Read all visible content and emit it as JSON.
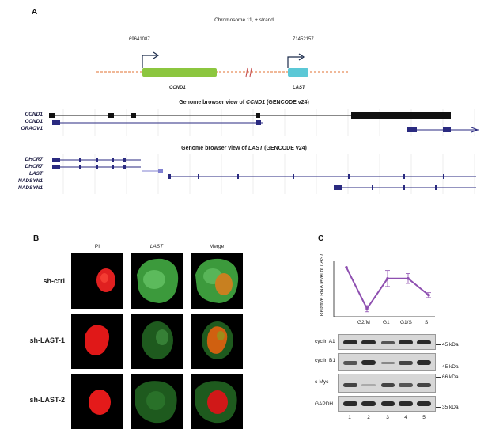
{
  "panel_a": {
    "letter": "A",
    "chrom_title": "Chromosome 11, + strand",
    "coord_left": "69641087",
    "coord_right": "71452157",
    "gene_left": "CCND1",
    "gene_right": "LAST",
    "browser1_title_pre": "Genome browser view of ",
    "browser1_title_gene": "CCND1",
    "browser1_title_post": " (GENCODE v24)",
    "browser1_tracks": [
      "CCND1",
      "CCND1",
      "ORAOV1"
    ],
    "browser2_title_pre": "Genome browser view of ",
    "browser2_title_gene": "LAST",
    "browser2_title_post": " (GENCODE v24)",
    "browser2_tracks": [
      "DHCR7",
      "DHCR7",
      "LAST",
      "NADSYN1",
      "NADSYN1"
    ],
    "colors": {
      "green_gene": "#8cc63f",
      "cyan_gene": "#5bc8d6",
      "track": "#2a2a80",
      "dash": "#e07030"
    }
  },
  "panel_b": {
    "letter": "B",
    "columns": [
      "PI",
      "LAST",
      "Merge"
    ],
    "rows": [
      "sh-ctrl",
      "sh-LAST-1",
      "sh-LAST-2"
    ]
  },
  "panel_c": {
    "letter": "C",
    "y_label_pre": "Relative RNA level of ",
    "y_label_gene": "LAST",
    "x_labels": [
      "G2/M",
      "G1",
      "G1/S",
      "S"
    ],
    "blots": [
      {
        "name": "cyclin A1",
        "kda": "45 kDa"
      },
      {
        "name": "cyclin B1",
        "kda": "45 kDa"
      },
      {
        "name": "c-Myc",
        "kda": "66 kDa"
      },
      {
        "name": "GAPDH",
        "kda": "35 kDa"
      }
    ],
    "lanes": [
      "1",
      "2",
      "3",
      "4",
      "5"
    ],
    "line_color": "#8e4fb0"
  },
  "chart_data": {
    "type": "line",
    "title": "",
    "xlabel": "",
    "ylabel": "Relative RNA level of LAST",
    "categories": [
      "",
      "G2/M",
      "G1",
      "G1/S",
      "S"
    ],
    "values": [
      1.0,
      0.33,
      0.82,
      0.82,
      0.55
    ],
    "errors": [
      0.0,
      0.05,
      0.13,
      0.08,
      0.04
    ],
    "ylim": [
      0.2,
      1.1
    ],
    "grid": false
  }
}
